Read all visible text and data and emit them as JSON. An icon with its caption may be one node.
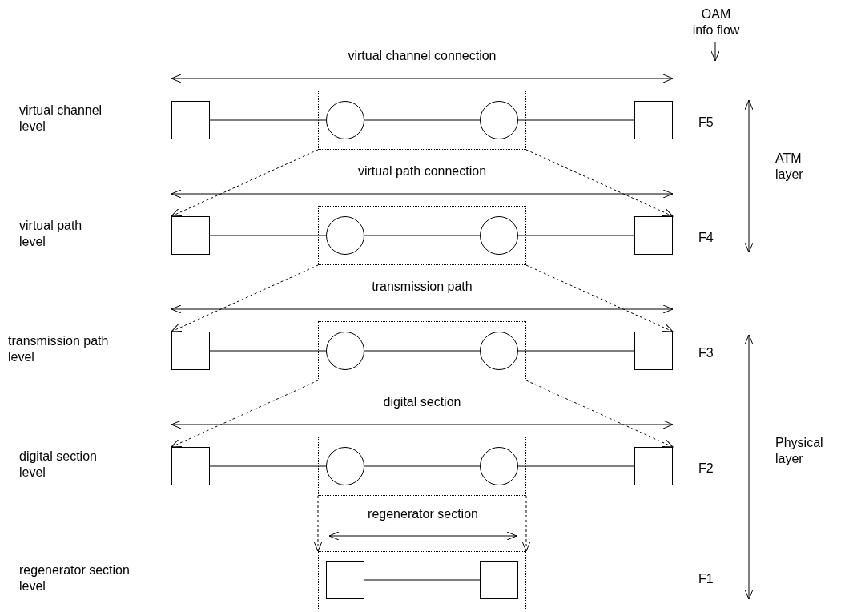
{
  "diagram": {
    "nodes": [
      {
        "text": [],
        "shape": "box"
      },
      {
        "text": [],
        "shape": "box"
      },
      {
        "text": [],
        "shape": "circle",
        "in": 1
      },
      {
        "text": [],
        "shape": "circle",
        "in": 1
      },
      {
        "text": [],
        "shape": "box"
      },
      {
        "text": [],
        "shape": "box"
      },
      {
        "text": [],
        "shape": "box"
      },
      {
        "text": [],
        "shape": "circle",
        "in": 6
      },
      {
        "text": [],
        "shape": "circle",
        "in": 6
      },
      {
        "text": [],
        "shape": "box"
      },
      {
        "text": [],
        "shape": "box"
      },
      {
        "text": [],
        "shape": "box"
      },
      {
        "text": [],
        "shape": "circle",
        "in": 11
      },
      {
        "text": [],
        "shape": "circle",
        "in": 11
      },
      {
        "text": [],
        "shape": "box"
      },
      {
        "text": [],
        "shape": "box"
      },
      {
        "text": [],
        "shape": "box"
      },
      {
        "text": [],
        "shape": "circle",
        "in": 16
      },
      {
        "text": [],
        "shape": "circle",
        "in": 16
      },
      {
        "text": [],
        "shape": "box"
      },
      {
        "text": [],
        "shape": "box"
      },
      {
        "text": [],
        "shape": "box",
        "in": 20
      },
      {
        "text": [],
        "shape": "box",
        "in": 20
      }
    ],
    "edges": [
      {
        "from": 0,
        "to": 2,
        "arrow": "none"
      },
      {
        "from": 2,
        "to": 3,
        "arrow": "none"
      },
      {
        "from": 3,
        "to": 4,
        "arrow": "none"
      },
      {
        "from": 1,
        "to": 5,
        "arrow": "to",
        "style": "dashed"
      },
      {
        "from": 1,
        "to": 9,
        "arrow": "to",
        "style": "dashed"
      },
      {
        "from": 5,
        "to": 7,
        "arrow": "none"
      },
      {
        "from": 7,
        "to": 8,
        "arrow": "none"
      },
      {
        "from": 8,
        "to": 9,
        "arrow": "none"
      },
      {
        "from": 6,
        "to": 10,
        "arrow": "to",
        "style": "dashed"
      },
      {
        "from": 6,
        "to": 14,
        "arrow": "to",
        "style": "dashed"
      },
      {
        "from": 10,
        "to": 12,
        "arrow": "none"
      },
      {
        "from": 12,
        "to": 13,
        "arrow": "none"
      },
      {
        "from": 13,
        "to": 14,
        "arrow": "none"
      },
      {
        "from": 11,
        "to": 15,
        "arrow": "to",
        "style": "dashed"
      },
      {
        "from": 11,
        "to": 19,
        "arrow": "to",
        "style": "dashed"
      },
      {
        "from": 15,
        "to": 17,
        "arrow": "none"
      },
      {
        "from": 17,
        "to": 18,
        "arrow": "none"
      },
      {
        "from": 18,
        "to": 19,
        "arrow": "none"
      },
      {
        "from": 16,
        "to": 20,
        "arrow": "to",
        "style": "dashed"
      },
      {
        "from": 16,
        "to": 20,
        "arrow": "to",
        "style": "dashed"
      },
      {
        "from": 21,
        "to": 22,
        "arrow": "none"
      }
    ],
    "labels": [
      "OAM info flow",
      "virtual channel connection",
      "virtual channel level",
      "F5",
      "ATM layer",
      "virtual path connection",
      "virtual path level",
      "F4",
      "transmission path",
      "transmission path level",
      "F3",
      "digital section",
      "Physical layer",
      "digital section level",
      "F2",
      "regenerator section",
      "regenerator section level",
      "F1"
    ]
  }
}
